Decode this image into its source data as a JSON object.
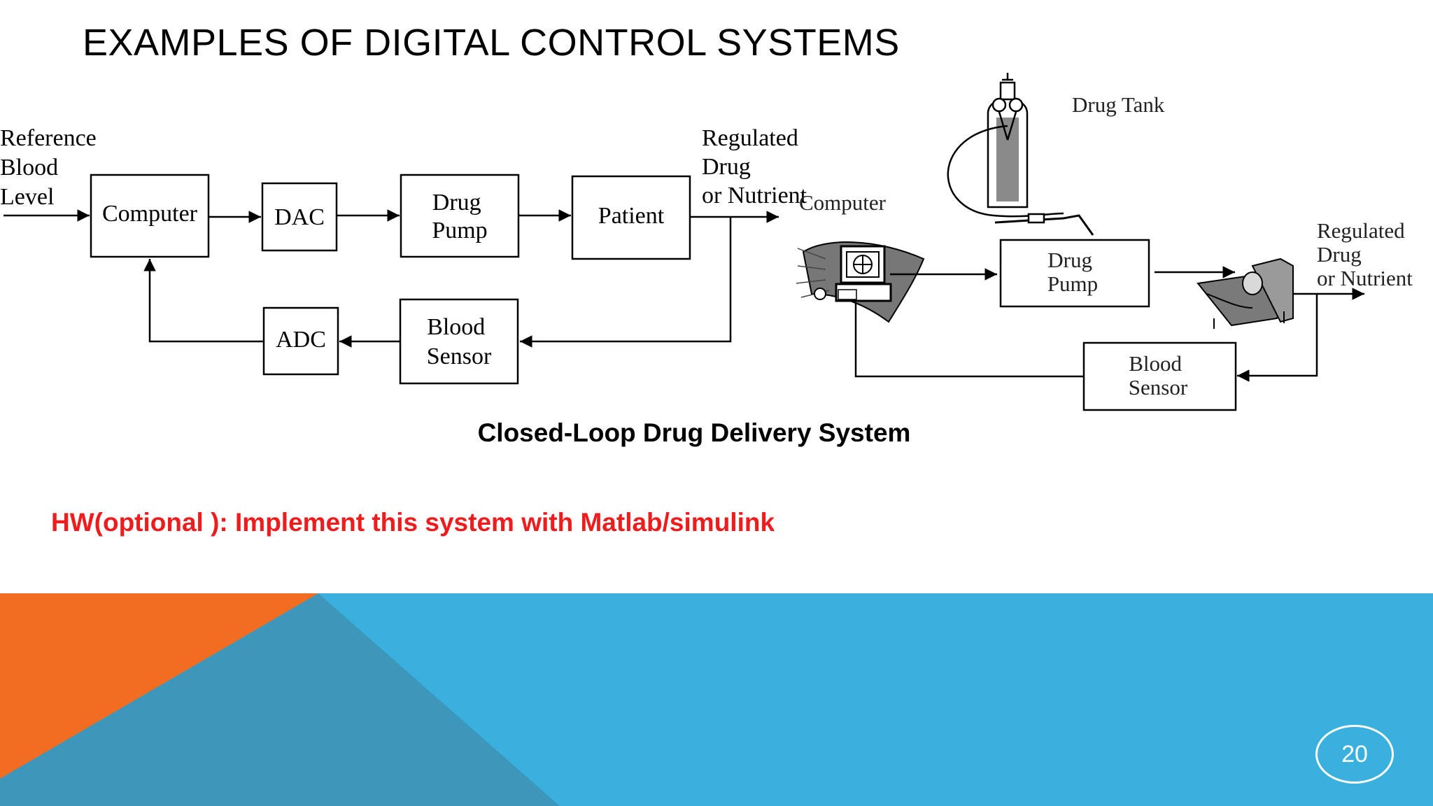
{
  "title": "EXAMPLES OF DIGITAL CONTROL SYSTEMS",
  "block_diagram": {
    "input_label": [
      "Reference",
      "Blood",
      "Level"
    ],
    "blocks": {
      "computer": [
        "Computer"
      ],
      "dac": [
        "DAC"
      ],
      "drug_pump": [
        "Drug",
        "Pump"
      ],
      "patient": [
        "Patient"
      ],
      "adc": [
        "ADC"
      ],
      "blood_sensor": [
        "Blood",
        "Sensor"
      ]
    },
    "output_label": [
      "Regulated",
      "Drug",
      "or Nutrient"
    ]
  },
  "illustration": {
    "drug_tank_label": "Drug Tank",
    "computer_label": "Computer",
    "drug_pump": [
      "Drug",
      "Pump"
    ],
    "blood_sensor": [
      "Blood",
      "Sensor"
    ],
    "output_label": [
      "Regulated",
      "Drug",
      "or Nutrient"
    ]
  },
  "caption": "Closed-Loop Drug Delivery System",
  "homework": "HW(optional ): Implement this system with Matlab/simulink",
  "slide_number": "20",
  "colors": {
    "homework_text": "#ee1c1c",
    "footer_blue": "#3ab0de",
    "footer_dark_blue": "#3d97bb",
    "footer_orange": "#f26c21"
  }
}
